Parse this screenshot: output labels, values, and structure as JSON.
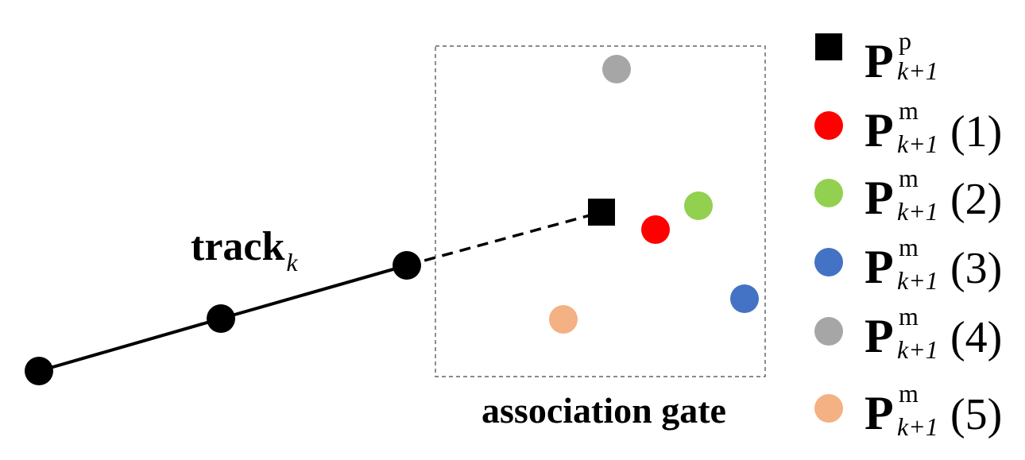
{
  "colors": {
    "track": "#000000",
    "predicted": "#000000",
    "gate_border": "#444444"
  },
  "track_label": {
    "main": "track",
    "sub": "k"
  },
  "gate_label": "association gate",
  "measurements": [
    {
      "id": "1",
      "color": "#ff0000"
    },
    {
      "id": "2",
      "color": "#92d050"
    },
    {
      "id": "3",
      "color": "#4472c4"
    },
    {
      "id": "4",
      "color": "#a6a6a6"
    },
    {
      "id": "5",
      "color": "#f4b183"
    }
  ],
  "legend": {
    "predicted": {
      "symbol": "P",
      "sup": "p",
      "sub": "k+1",
      "icon": "black-square"
    },
    "measurements": [
      {
        "symbol": "P",
        "sup": "m",
        "sub": "k+1",
        "paren": "(1)",
        "color": "#ff0000"
      },
      {
        "symbol": "P",
        "sup": "m",
        "sub": "k+1",
        "paren": "(2)",
        "color": "#92d050"
      },
      {
        "symbol": "P",
        "sup": "m",
        "sub": "k+1",
        "paren": "(3)",
        "color": "#4472c4"
      },
      {
        "symbol": "P",
        "sup": "m",
        "sub": "k+1",
        "paren": "(4)",
        "color": "#a6a6a6"
      },
      {
        "symbol": "P",
        "sup": "m",
        "sub": "k+1",
        "paren": "(5)",
        "color": "#f4b183"
      }
    ]
  }
}
